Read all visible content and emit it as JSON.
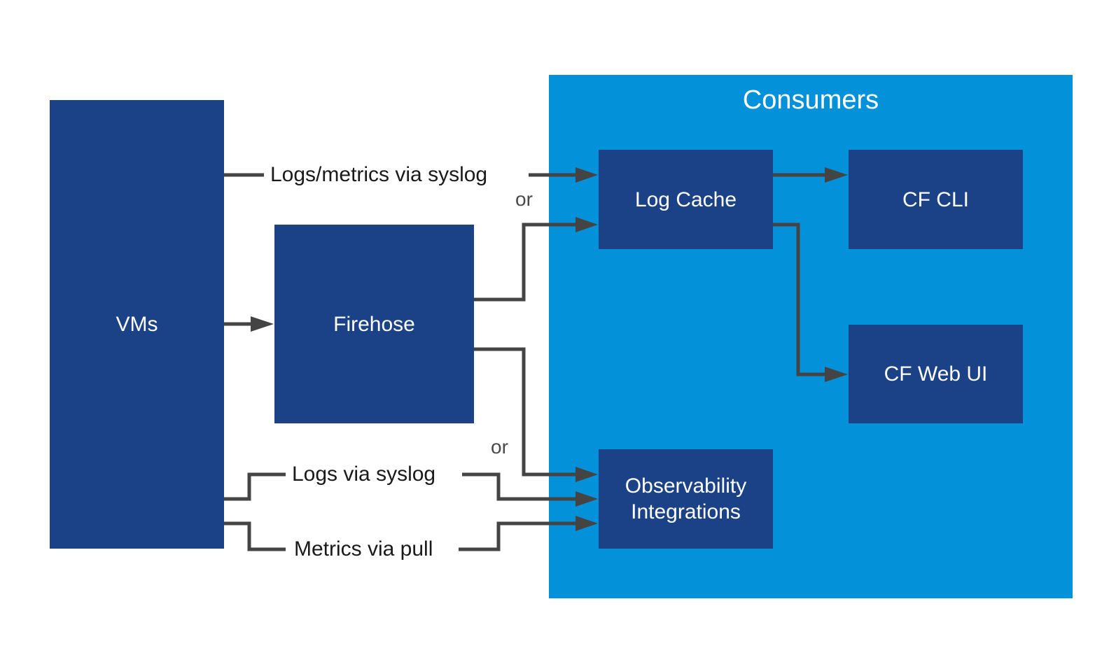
{
  "diagram": {
    "group": {
      "title": "Consumers",
      "color": "#0391DA"
    },
    "node_color": "#1B4287",
    "nodes": {
      "vms": "VMs",
      "firehose": "Firehose",
      "log_cache": "Log Cache",
      "cf_cli": "CF CLI",
      "cf_web_ui": "CF Web UI",
      "observability": "Observability Integrations"
    },
    "edge_labels": {
      "logs_metrics_syslog": "Logs/metrics via syslog",
      "logs_syslog": "Logs via syslog",
      "metrics_pull": "Metrics via pull",
      "or_top": "or",
      "or_bottom": "or"
    },
    "edges": [
      {
        "from": "VMs",
        "to": "Log Cache",
        "label": "Logs/metrics via syslog"
      },
      {
        "from": "VMs",
        "to": "Firehose"
      },
      {
        "from": "Firehose",
        "to": "Log Cache"
      },
      {
        "from": "Firehose",
        "to": "Observability Integrations"
      },
      {
        "from": "VMs",
        "to": "Observability Integrations",
        "label": "Logs via syslog"
      },
      {
        "from": "VMs",
        "to": "Observability Integrations",
        "label": "Metrics via pull"
      },
      {
        "from": "Log Cache",
        "to": "CF CLI"
      },
      {
        "from": "Log Cache",
        "to": "CF Web UI"
      }
    ],
    "connector_color": "#444444"
  }
}
